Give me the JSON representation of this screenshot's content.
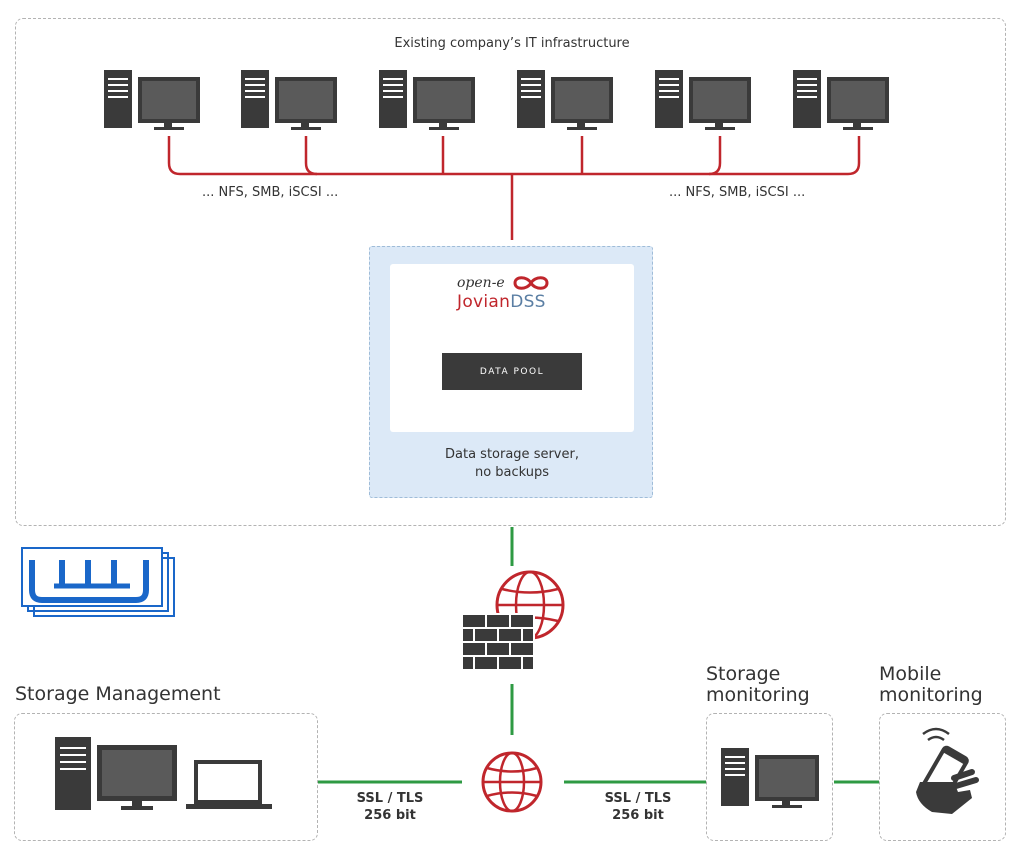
{
  "infrastructure": {
    "title": "Existing company’s IT infrastructure",
    "protocols_left": "... NFS, SMB, iSCSI ...",
    "protocols_right": "... NFS, SMB, iSCSI ..."
  },
  "server": {
    "brand_top": "open-e",
    "brand_jovian": "Jovian",
    "brand_dss": "DSS",
    "data_pool_label": "DATA POOL",
    "caption_line1": "Data storage server,",
    "caption_line2": "no backups"
  },
  "storage_management": {
    "title": "Storage Management"
  },
  "storage_monitoring": {
    "title_line1": "Storage",
    "title_line2": "monitoring"
  },
  "mobile_monitoring": {
    "title_line1": "Mobile",
    "title_line2": "monitoring"
  },
  "links": {
    "left_line1": "SSL / TLS",
    "left_line2": "256 bit",
    "right_line1": "SSL / TLS",
    "right_line2": "256 bit"
  },
  "colors": {
    "red_link": "#c0262c",
    "green_link": "#2e9a43",
    "device_dark": "#3a3a3a",
    "watermark_blue": "#1a67c9"
  },
  "icons": [
    "desktop-computer-icon",
    "laptop-icon",
    "firewall-icon",
    "globe-icon",
    "smartphone-icon",
    "logo-watermark"
  ]
}
